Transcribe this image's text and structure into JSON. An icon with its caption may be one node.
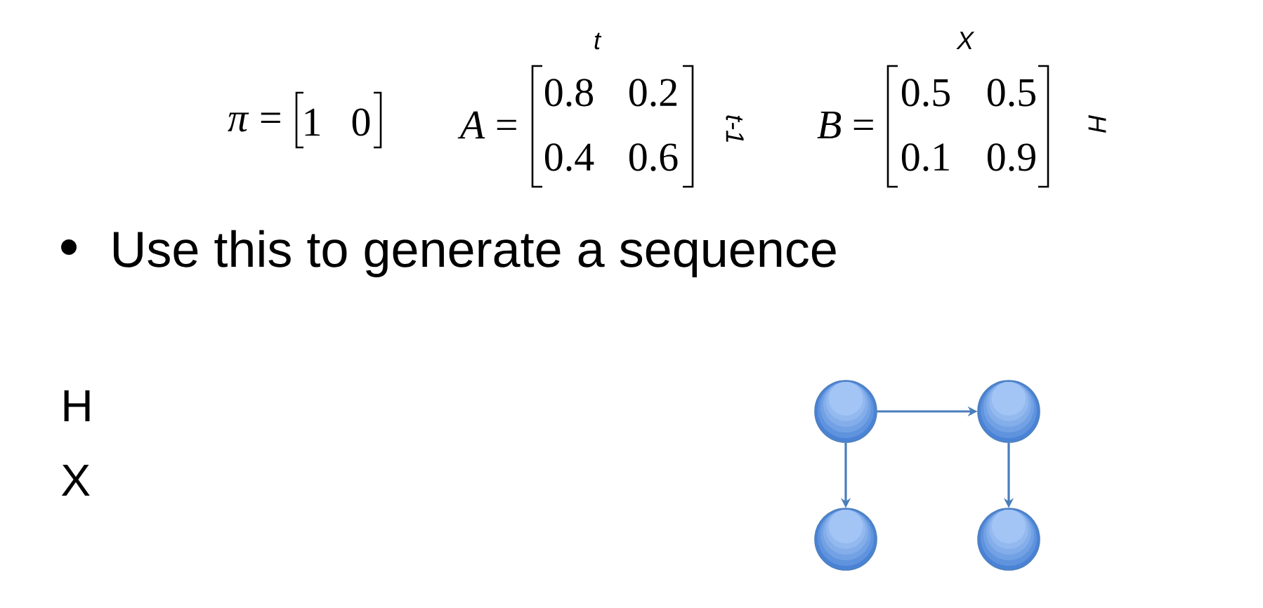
{
  "diagram": {
    "nodes": [
      {
        "text": [],
        "shape": "circle"
      },
      {
        "text": [],
        "shape": "circle"
      },
      {
        "text": [],
        "shape": "circle"
      },
      {
        "text": [],
        "shape": "circle"
      }
    ],
    "edges": [
      {
        "from": 0,
        "to": 1,
        "arrow": "to"
      },
      {
        "from": 0,
        "to": 2,
        "arrow": "to"
      },
      {
        "from": 1,
        "to": 3,
        "arrow": "to"
      }
    ],
    "labels": [
      "t",
      "X",
      "*π* =",
      "1",
      "0",
      "*A* =",
      "0.8",
      "0.2",
      "0.4",
      "0.6",
      "t-1",
      "*B* =",
      "0.5",
      "0.5",
      "0.1",
      "0.9",
      "H",
      "Use this to generate a sequence",
      "H",
      "X"
    ]
  }
}
